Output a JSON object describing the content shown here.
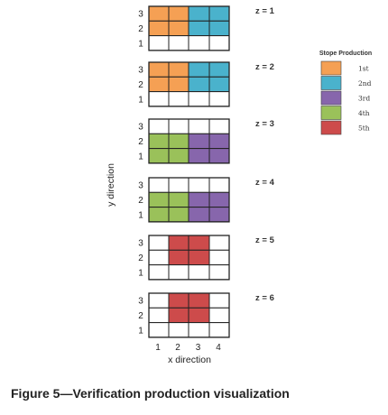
{
  "caption": "Figure 5—Verification production visualization",
  "y_axis_label": "y direction",
  "x_axis_label": "x direction",
  "x_ticks": [
    "1",
    "2",
    "3",
    "4"
  ],
  "y_ticks": [
    "1",
    "2",
    "3"
  ],
  "legend": {
    "title": "Stope Production",
    "items": [
      {
        "label": "1st",
        "color": "#f5a054"
      },
      {
        "label": "2nd",
        "color": "#4ab2cc"
      },
      {
        "label": "3rd",
        "color": "#8766ac"
      },
      {
        "label": "4th",
        "color": "#9ac15a"
      },
      {
        "label": "5th",
        "color": "#cd4b4b"
      }
    ]
  },
  "colors": {
    "empty": "#ffffff",
    "1st": "#f5a054",
    "2nd": "#4ab2cc",
    "3rd": "#8766ac",
    "4th": "#9ac15a",
    "5th": "#cd4b4b"
  },
  "levels": [
    {
      "z_label": "z = 1",
      "rows": [
        [
          "1st",
          "1st",
          "2nd",
          "2nd"
        ],
        [
          "1st",
          "1st",
          "2nd",
          "2nd"
        ],
        [
          "empty",
          "empty",
          "empty",
          "empty"
        ]
      ]
    },
    {
      "z_label": "z = 2",
      "rows": [
        [
          "1st",
          "1st",
          "2nd",
          "2nd"
        ],
        [
          "1st",
          "1st",
          "2nd",
          "2nd"
        ],
        [
          "empty",
          "empty",
          "empty",
          "empty"
        ]
      ]
    },
    {
      "z_label": "z = 3",
      "rows": [
        [
          "empty",
          "empty",
          "empty",
          "empty"
        ],
        [
          "4th",
          "4th",
          "3rd",
          "3rd"
        ],
        [
          "4th",
          "4th",
          "3rd",
          "3rd"
        ]
      ]
    },
    {
      "z_label": "z = 4",
      "rows": [
        [
          "empty",
          "empty",
          "empty",
          "empty"
        ],
        [
          "4th",
          "4th",
          "3rd",
          "3rd"
        ],
        [
          "4th",
          "4th",
          "3rd",
          "3rd"
        ]
      ]
    },
    {
      "z_label": "z = 5",
      "rows": [
        [
          "empty",
          "5th",
          "5th",
          "empty"
        ],
        [
          "empty",
          "5th",
          "5th",
          "empty"
        ],
        [
          "empty",
          "empty",
          "empty",
          "empty"
        ]
      ]
    },
    {
      "z_label": "z = 6",
      "rows": [
        [
          "empty",
          "5th",
          "5th",
          "empty"
        ],
        [
          "empty",
          "5th",
          "5th",
          "empty"
        ],
        [
          "empty",
          "empty",
          "empty",
          "empty"
        ]
      ]
    }
  ]
}
